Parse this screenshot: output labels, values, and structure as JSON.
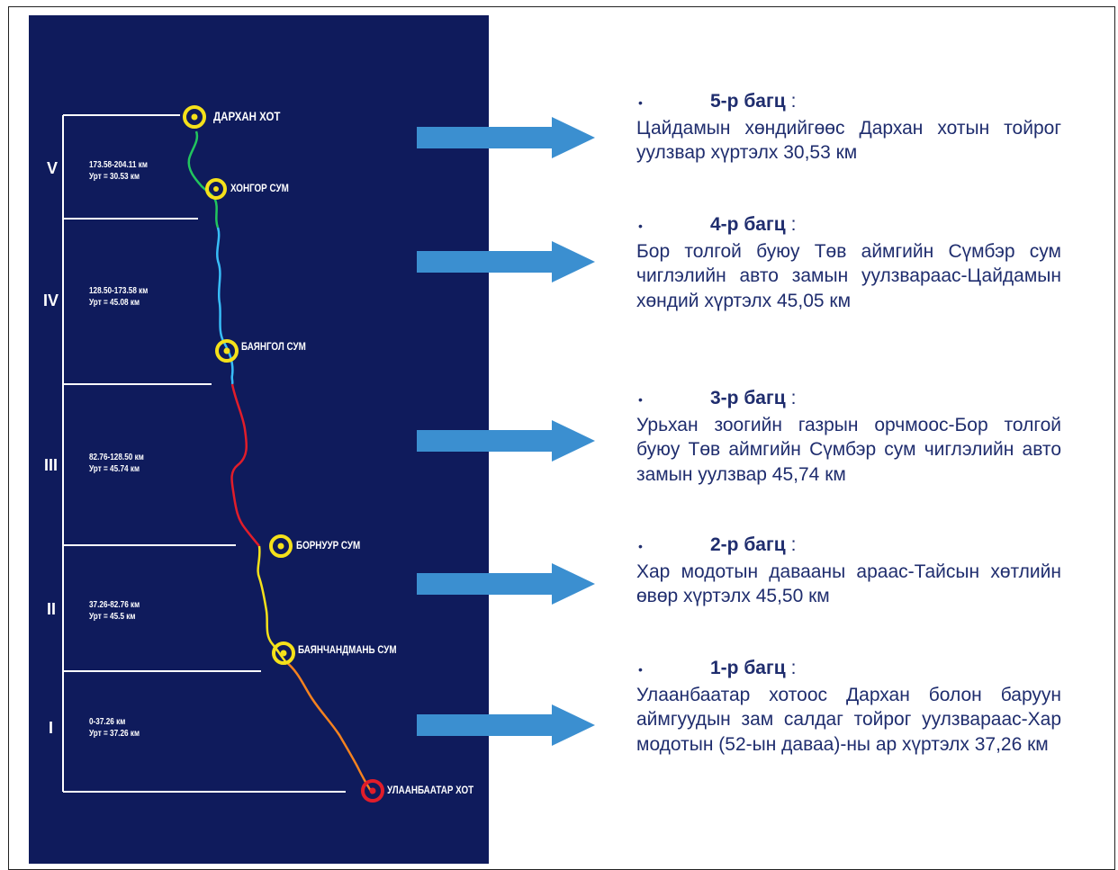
{
  "diagram": {
    "segments": [
      {
        "roman": "V",
        "range": "173.58-204.11 км",
        "length": "Урт = 30.53 км"
      },
      {
        "roman": "IV",
        "range": "128.50-173.58 км",
        "length": "Урт = 45.08 км"
      },
      {
        "roman": "III",
        "range": "82.76-128.50 км",
        "length": "Урт = 45.74 км"
      },
      {
        "roman": "II",
        "range": "37.26-82.76 км",
        "length": "Урт = 45.5 км"
      },
      {
        "roman": "I",
        "range": "0-37.26 км",
        "length": "Урт = 37.26 км"
      }
    ],
    "stations": [
      "ДАРХАН ХОТ",
      "ХОНГОР СУМ",
      "БАЯНГОЛ СУМ",
      "БОРНУУР СУМ",
      "БАЯНЧАНДМАНЬ СУМ",
      "УЛААНБААТАР ХОТ"
    ],
    "colors": {
      "panel": "#0f1b5c",
      "route_green": "#22c55e",
      "route_cyan": "#38bdf8",
      "route_red": "#e11d2a",
      "route_yellow": "#f5e11a",
      "route_orange": "#f5821f",
      "marker_yellow": "#f5e11a",
      "marker_red": "#e11d2a",
      "arrow": "#3b8fd0"
    }
  },
  "sections": [
    {
      "bullet": "•",
      "title": "5-р багц",
      "colon": ":",
      "text": "Цайдамын хөндийгөөс Дархан хотын тойрог уулзвар хүртэлх 30,53  км"
    },
    {
      "bullet": "•",
      "title": "4-р багц",
      "colon": ":",
      "text": "Бор толгой буюу Төв аймгийн Сүмбэр сум чиглэлийн авто замын уулзвараас-Цайдамын хөндий хүртэлх 45,05 км"
    },
    {
      "bullet": "•",
      "title": "3-р багц",
      "colon": ":",
      "text": "Урьхан зоогийн газрын орчмоос-Бор толгой буюу Төв аймгийн Сүмбэр сум чиглэлийн авто замын уулзвар 45,74 км"
    },
    {
      "bullet": "•",
      "title": "2-р багц",
      "colon": ":",
      "text": "Хар модотын давааны араас-Тайсын хөтлийн өвөр хүртэлх 45,50 км"
    },
    {
      "bullet": "•",
      "title": "1-р багц",
      "colon": ":",
      "text": "Улаанбаатар хотоос Дархан болон баруун аймгуудын зам салдаг тойрог уулзвараас-Хар модотын (52-ын даваа)-ны ар хүртэлх 37,26 км"
    }
  ]
}
